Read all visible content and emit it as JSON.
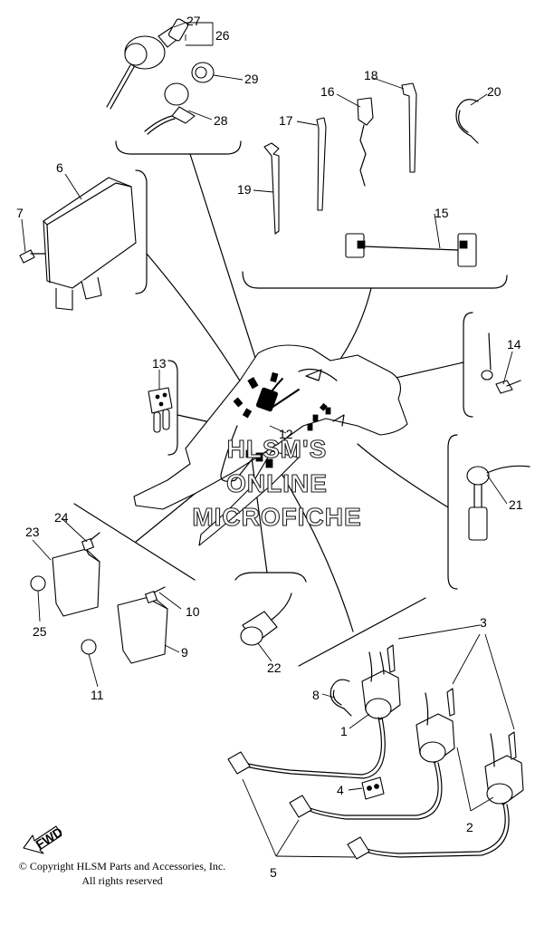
{
  "watermark": {
    "line1": "HLSM'S",
    "line2": "ONLINE",
    "line3": "MICROFICHE"
  },
  "callouts": [
    "1",
    "2",
    "3",
    "4",
    "5",
    "6",
    "7",
    "8",
    "9",
    "10",
    "11",
    "12",
    "13",
    "14",
    "15",
    "16",
    "17",
    "18",
    "19",
    "20",
    "21",
    "22",
    "23",
    "24",
    "25",
    "26",
    "27",
    "28",
    "29"
  ],
  "fwd_label": "FWD",
  "footer": {
    "copyright": "© Copyright HLSM Parts and Accessories, Inc.",
    "rights": "All rights reserved"
  }
}
